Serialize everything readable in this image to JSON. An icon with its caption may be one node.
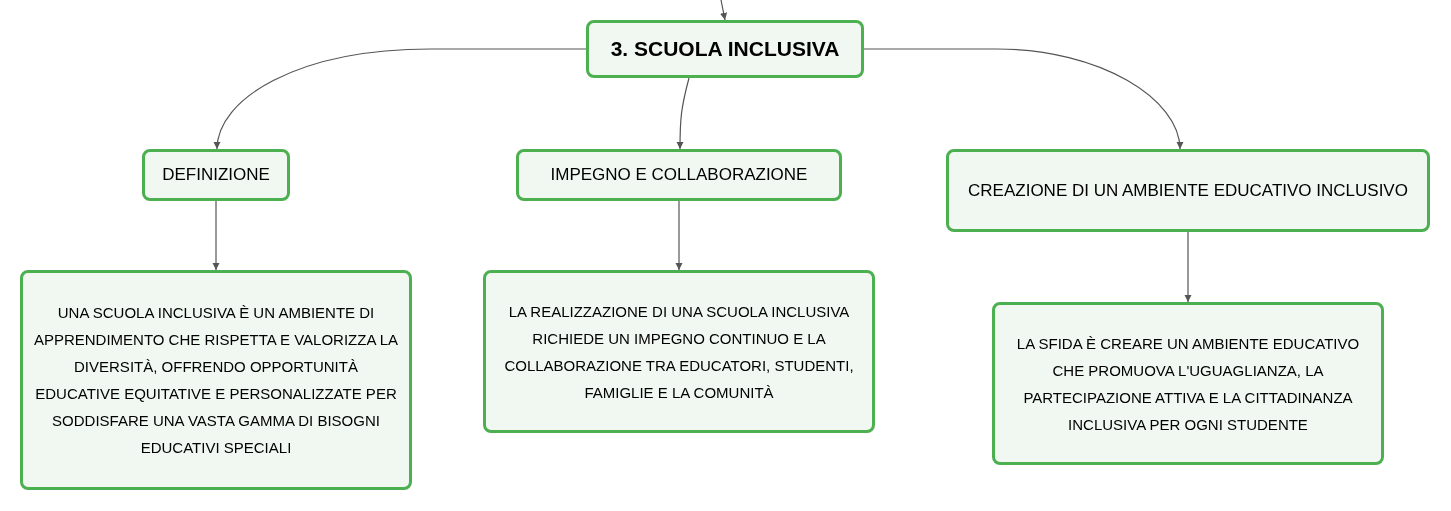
{
  "diagram": {
    "nodes": [
      {
        "text": [
          "3. SCUOLA INCLUSIVA"
        ]
      },
      {
        "text": [
          "DEFINIZIONE"
        ]
      },
      {
        "text": [
          "IMPEGNO E COLLABORAZIONE"
        ]
      },
      {
        "text": [
          "CREAZIONE DI UN AMBIENTE EDUCATIVO INCLUSIVO"
        ]
      },
      {
        "text": [
          "UNA SCUOLA INCLUSIVA È UN AMBIENTE DI APPRENDIMENTO CHE RISPETTA E VALORIZZA LA DIVERSITÀ, OFFRENDO OPPORTUNITÀ EDUCATIVE EQUITATIVE E PERSONALIZZATE PER SODDISFARE UNA VASTA GAMMA DI BISOGNI EDUCATIVI SPECIALI"
        ]
      },
      {
        "text": [
          "LA REALIZZAZIONE DI UNA SCUOLA INCLUSIVA RICHIEDE UN IMPEGNO CONTINUO E LA COLLABORAZIONE TRA EDUCATORI, STUDENTI, FAMIGLIE E LA COMUNITÀ"
        ]
      },
      {
        "text": [
          "LA SFIDA È CREARE UN AMBIENTE EDUCATIVO CHE PROMUOVA L'UGUAGLIANZA, LA PARTECIPAZIONE ATTIVA E LA CITTADINANZA INCLUSIVA PER OGNI STUDENTE"
        ]
      }
    ],
    "edges": [
      {
        "from": null,
        "to": 0,
        "arrow": "to"
      },
      {
        "from": 0,
        "to": 1,
        "arrow": "to"
      },
      {
        "from": 0,
        "to": 2,
        "arrow": "to"
      },
      {
        "from": 0,
        "to": 3,
        "arrow": "to"
      },
      {
        "from": 1,
        "to": 4,
        "arrow": "to"
      },
      {
        "from": 2,
        "to": 5,
        "arrow": "to"
      },
      {
        "from": 3,
        "to": 6,
        "arrow": "to"
      }
    ]
  }
}
